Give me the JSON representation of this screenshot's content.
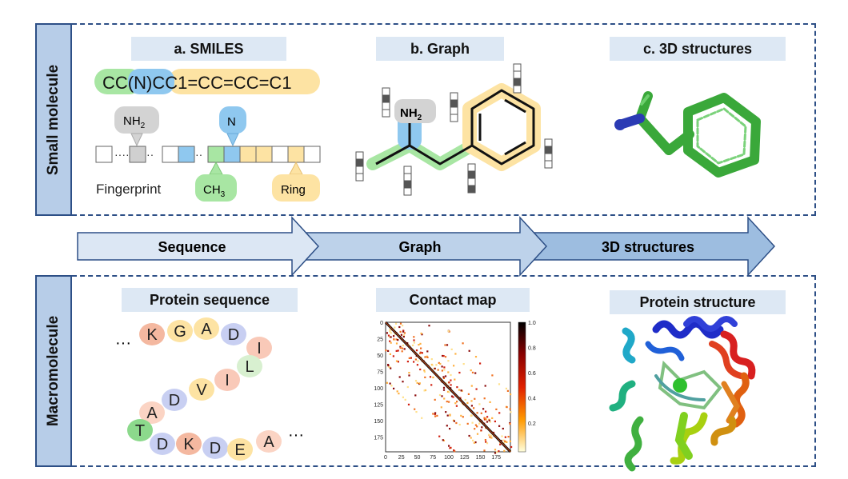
{
  "small_molecule": {
    "label": "Small molecule",
    "smiles_title": "a. SMILES",
    "smiles_parts": [
      "CC",
      "(N)",
      "CC1=CC=CC=C1"
    ],
    "nh2": "NH",
    "nh2_sub": "2",
    "n": "N",
    "ch3": "CH",
    "ch3_sub": "3",
    "ring": "Ring",
    "fingerprint": "Fingerprint",
    "graph_title": "b. Graph",
    "graph_nh2": "NH",
    "graph_nh2_sub": "2",
    "structures_title": "c. 3D structures"
  },
  "arrows": [
    "Sequence",
    "Graph",
    "3D structures"
  ],
  "macromolecule": {
    "label": "Macromolecule",
    "protein_sequence_title": "Protein sequence",
    "contact_map_title": "Contact map",
    "protein_structure_title": "Protein structure",
    "ellipsis": "···",
    "residues": [
      {
        "letter": "K",
        "color": "#f4b8a0"
      },
      {
        "letter": "G",
        "color": "#fde3a3"
      },
      {
        "letter": "A",
        "color": "#fde3a3"
      },
      {
        "letter": "D",
        "color": "#c8cff2"
      },
      {
        "letter": "I",
        "color": "#f9c9b8"
      },
      {
        "letter": "L",
        "color": "#d8f0d0"
      },
      {
        "letter": "I",
        "color": "#f9c9b8"
      },
      {
        "letter": "V",
        "color": "#fde3a3"
      },
      {
        "letter": "D",
        "color": "#c8cff2"
      },
      {
        "letter": "A",
        "color": "#fbd4c4"
      },
      {
        "letter": "T",
        "color": "#8cd98c"
      },
      {
        "letter": "D",
        "color": "#c8cff2"
      },
      {
        "letter": "K",
        "color": "#f4b8a0"
      },
      {
        "letter": "D",
        "color": "#c8cff2"
      },
      {
        "letter": "E",
        "color": "#fde3a3"
      },
      {
        "letter": "A",
        "color": "#fbd4c4"
      }
    ],
    "contact_map": {
      "x_ticks": [
        "0",
        "25",
        "50",
        "75",
        "100",
        "125",
        "150",
        "175"
      ],
      "y_ticks": [
        "0",
        "25",
        "50",
        "75",
        "100",
        "125",
        "150",
        "175"
      ],
      "colorbar_ticks": [
        "1.0",
        "0.8",
        "0.6",
        "0.4",
        "0.2"
      ]
    }
  },
  "colors": {
    "border": "#2d4f86",
    "label_bg": "#b7cde8",
    "tag_bg": "#dde8f4",
    "green": "#a8e6a3",
    "blue": "#8fc8ef",
    "yellow": "#fde3a3",
    "gray": "#d0d0d0"
  }
}
